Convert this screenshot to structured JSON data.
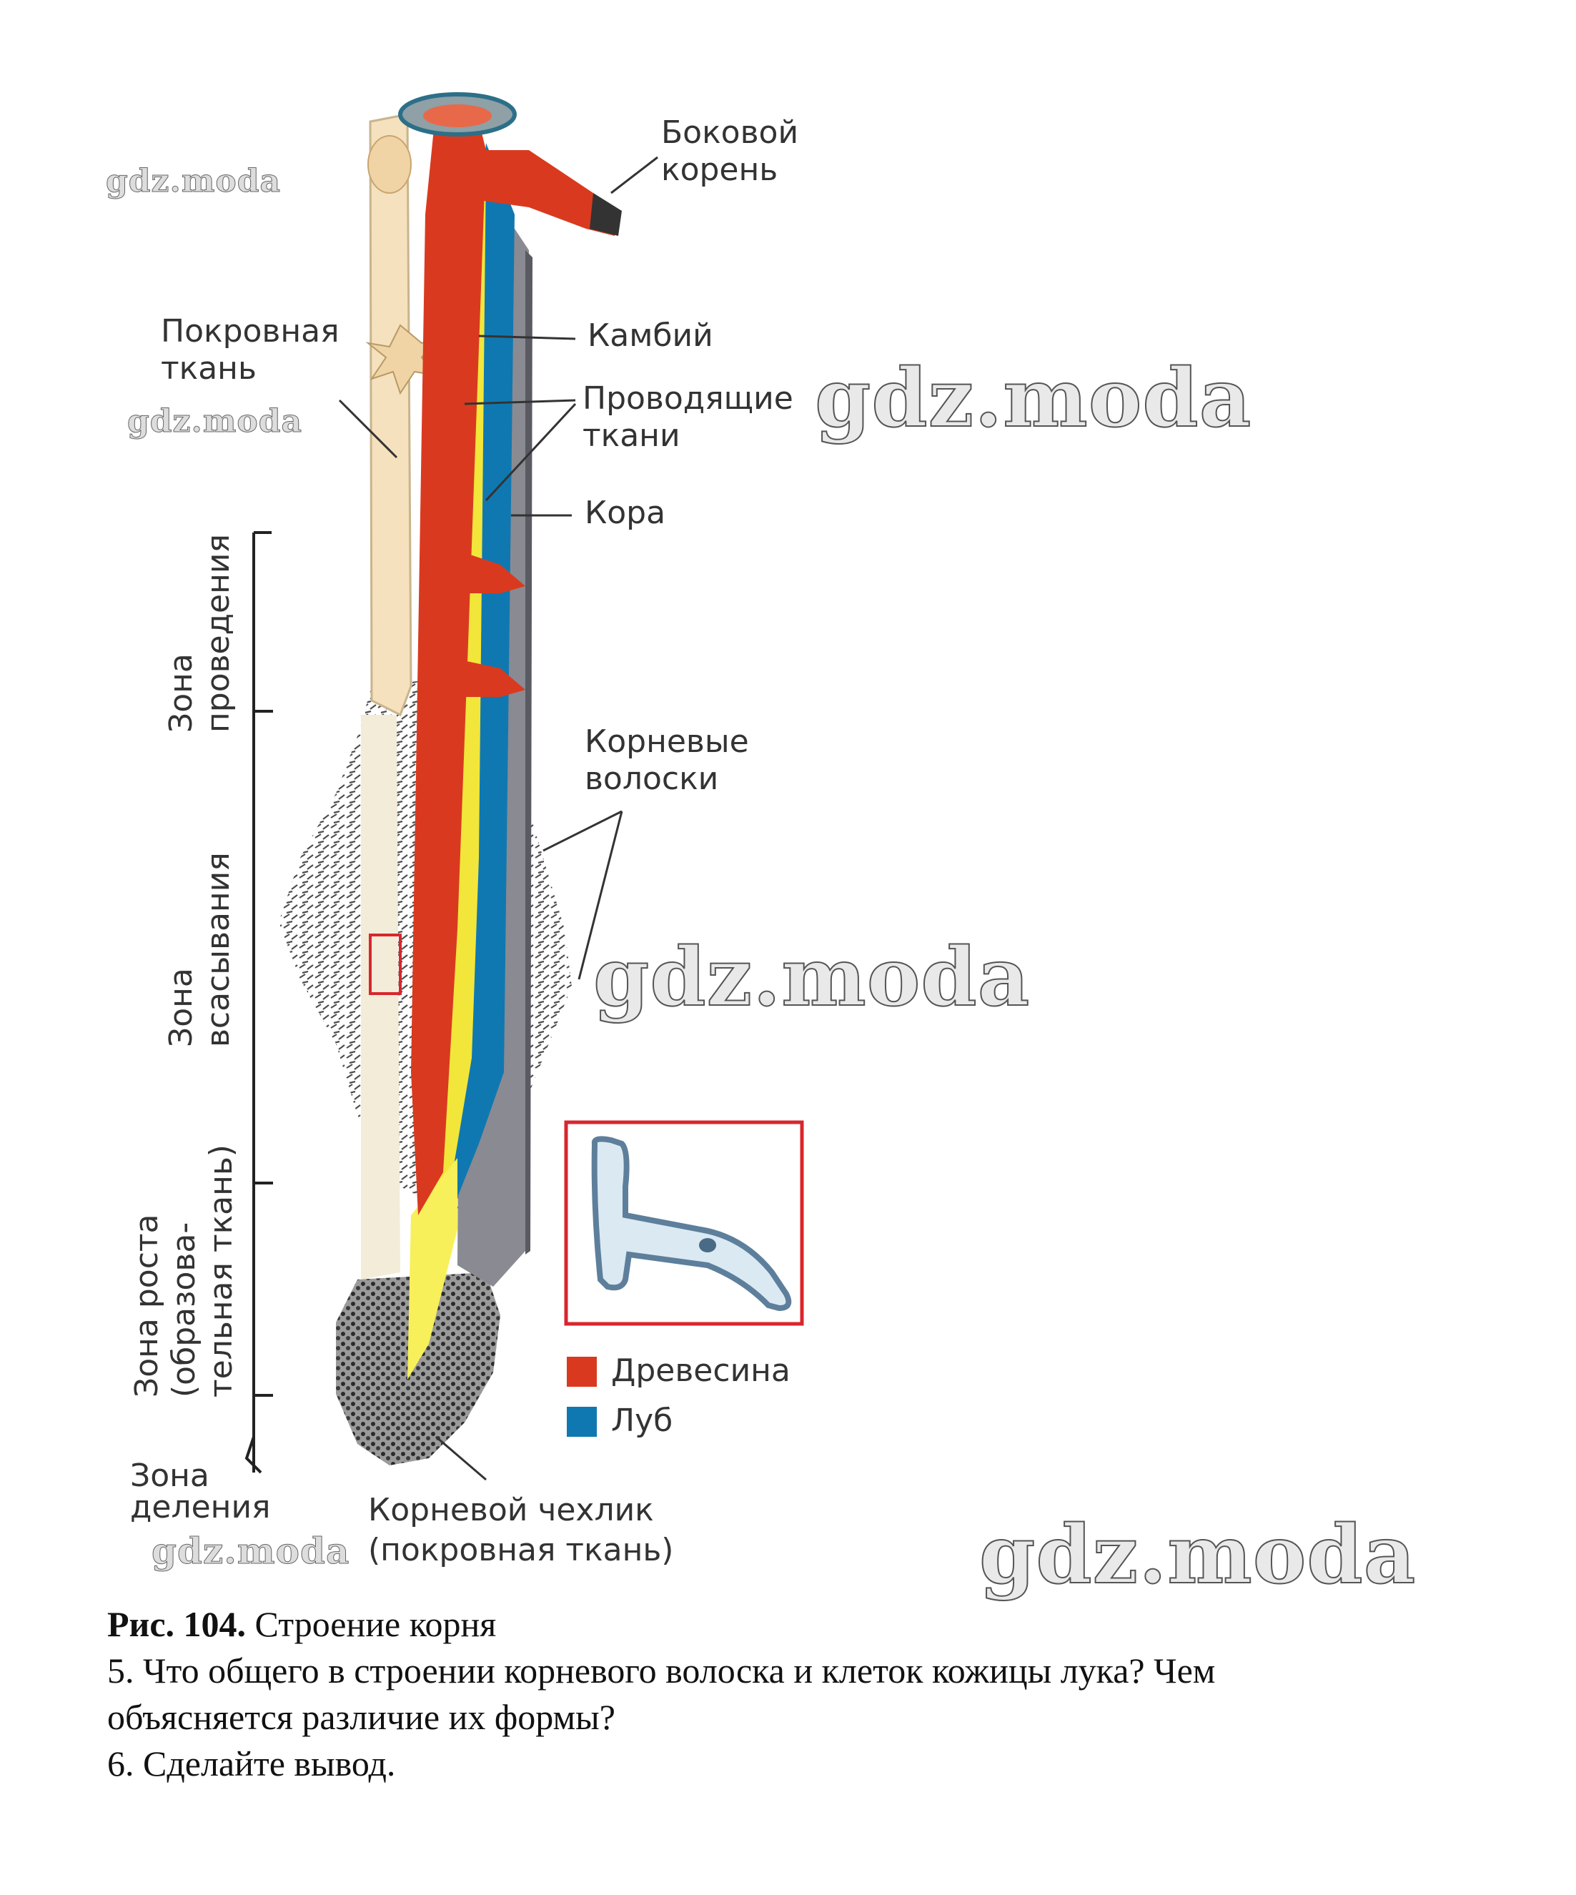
{
  "watermark": "gdz.moda",
  "colors": {
    "wood": "#d93a1f",
    "bast": "#1078b0",
    "cambium": "#f2e63a",
    "cortex": "#8a8a92",
    "cover": "#f5e1bd",
    "frame": "#d8262c"
  },
  "labels": {
    "lateral_root": [
      "Боковой",
      "корень"
    ],
    "cambium": "Камбий",
    "cover_tissue": [
      "Покровная",
      "ткань"
    ],
    "conducting": [
      "Проводящие",
      "ткани"
    ],
    "cortex": "Кора",
    "root_hairs": [
      "Корневые",
      "волоски"
    ],
    "zone_conduction": [
      "Зона",
      "проведения"
    ],
    "zone_absorption": [
      "Зона",
      "всасывания"
    ],
    "zone_growth": [
      "Зона роста",
      "(образова-",
      "тельная ткань)"
    ],
    "zone_division": [
      "Зона",
      "деления"
    ],
    "root_cap": [
      "Корневой чехлик",
      "(покровная ткань)"
    ]
  },
  "legend": [
    {
      "label": "Древесина",
      "color": "#d93a1f"
    },
    {
      "label": "Луб",
      "color": "#1078b0"
    }
  ],
  "caption": {
    "bold": "Рис. 104.",
    "text": " Строение корня"
  },
  "questions": [
    "5. Что общего в строении корневого волоска и клеток кожицы лука? Чем",
    "объясняется различие их формы?",
    "6. Сделайте вывод."
  ]
}
